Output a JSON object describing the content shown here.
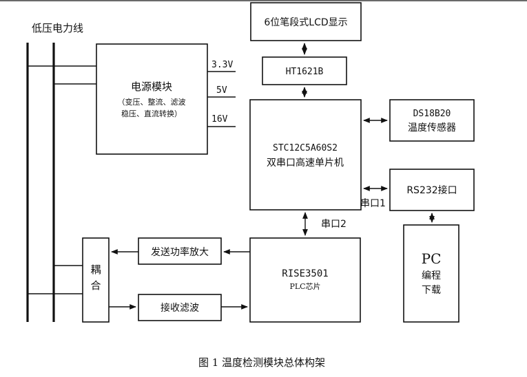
{
  "power_line_label": "低压电力线",
  "power_module": {
    "title": "电源模块",
    "line1": "（变压、整流、滤波",
    "line2": "稳压、直流转换）",
    "out_33": "3.3V",
    "out_5": "5V",
    "out_16": "16V"
  },
  "lcd": "6位笔段式LCD显示",
  "ht1621": "HT1621B",
  "mcu": {
    "line1": "STC12C5A60S2",
    "line2": "双串口高速单片机"
  },
  "ds18b20": {
    "line1": "DS18B20",
    "line2": "温度传感器"
  },
  "rs232": "RS232接口",
  "serial1": "串口1",
  "serial2": "串口2",
  "pc": {
    "line1": "PC",
    "line2": "编程",
    "line3": "下载"
  },
  "send_amp": "发送功率放大",
  "recv_filter": "接收滤波",
  "coupling": {
    "line1": "耦",
    "line2": "合"
  },
  "plc": {
    "line1": "RISE3501",
    "line2": "PLC芯片"
  },
  "caption": "图 1  温度检测模块总体构架",
  "colors": {
    "stroke": "#111111",
    "background": "#ffffff",
    "top_rule": "#6a6a6a"
  }
}
